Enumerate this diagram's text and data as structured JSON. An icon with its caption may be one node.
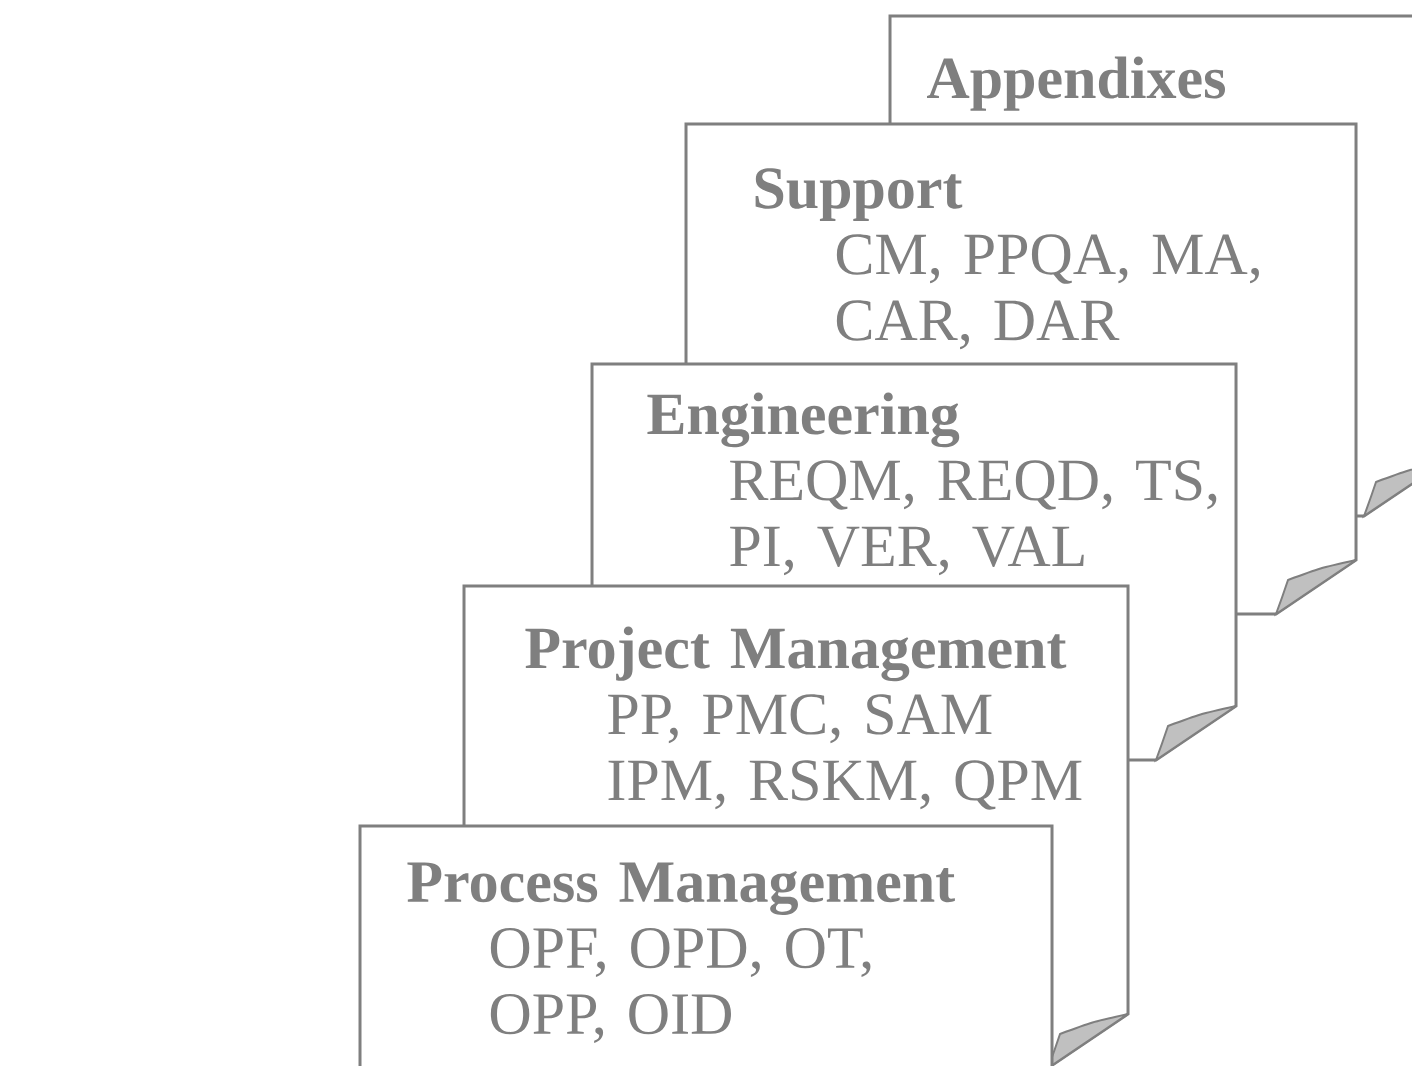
{
  "diagram": {
    "nodes": [
      {
        "text": [
          "Appendixes"
        ]
      },
      {
        "text": [
          "Support",
          "CM, PPQA, MA, CAR, DAR"
        ]
      },
      {
        "text": [
          "Engineering",
          "REQM, REQD, TS, PI, VER, VAL"
        ]
      },
      {
        "text": [
          "Project Management",
          "PP, PMC, SAM IPM, RSKM, QPM"
        ]
      },
      {
        "text": [
          "Process Management",
          "OPF, OPD, OT, OPP, OID"
        ]
      }
    ]
  }
}
